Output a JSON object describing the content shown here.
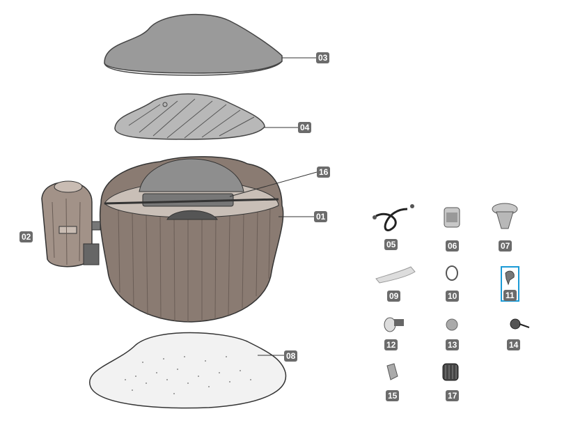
{
  "labels": {
    "p01": "01",
    "p02": "02",
    "p03": "03",
    "p04": "04",
    "p05": "05",
    "p06": "06",
    "p07": "07",
    "p08": "08",
    "p09": "09",
    "p10": "10",
    "p11": "11",
    "p12": "12",
    "p13": "13",
    "p14": "14",
    "p15": "15",
    "p16": "16",
    "p17": "17"
  },
  "highlighted_part": "11",
  "colors": {
    "label_bg": "#6b6b6b",
    "highlight": "#1a9ad6",
    "tub_wall": "#8a7b72",
    "cover": "#9a9a9a",
    "liner": "#d8d8d8",
    "ground_cloth": "#f2f2f2"
  }
}
